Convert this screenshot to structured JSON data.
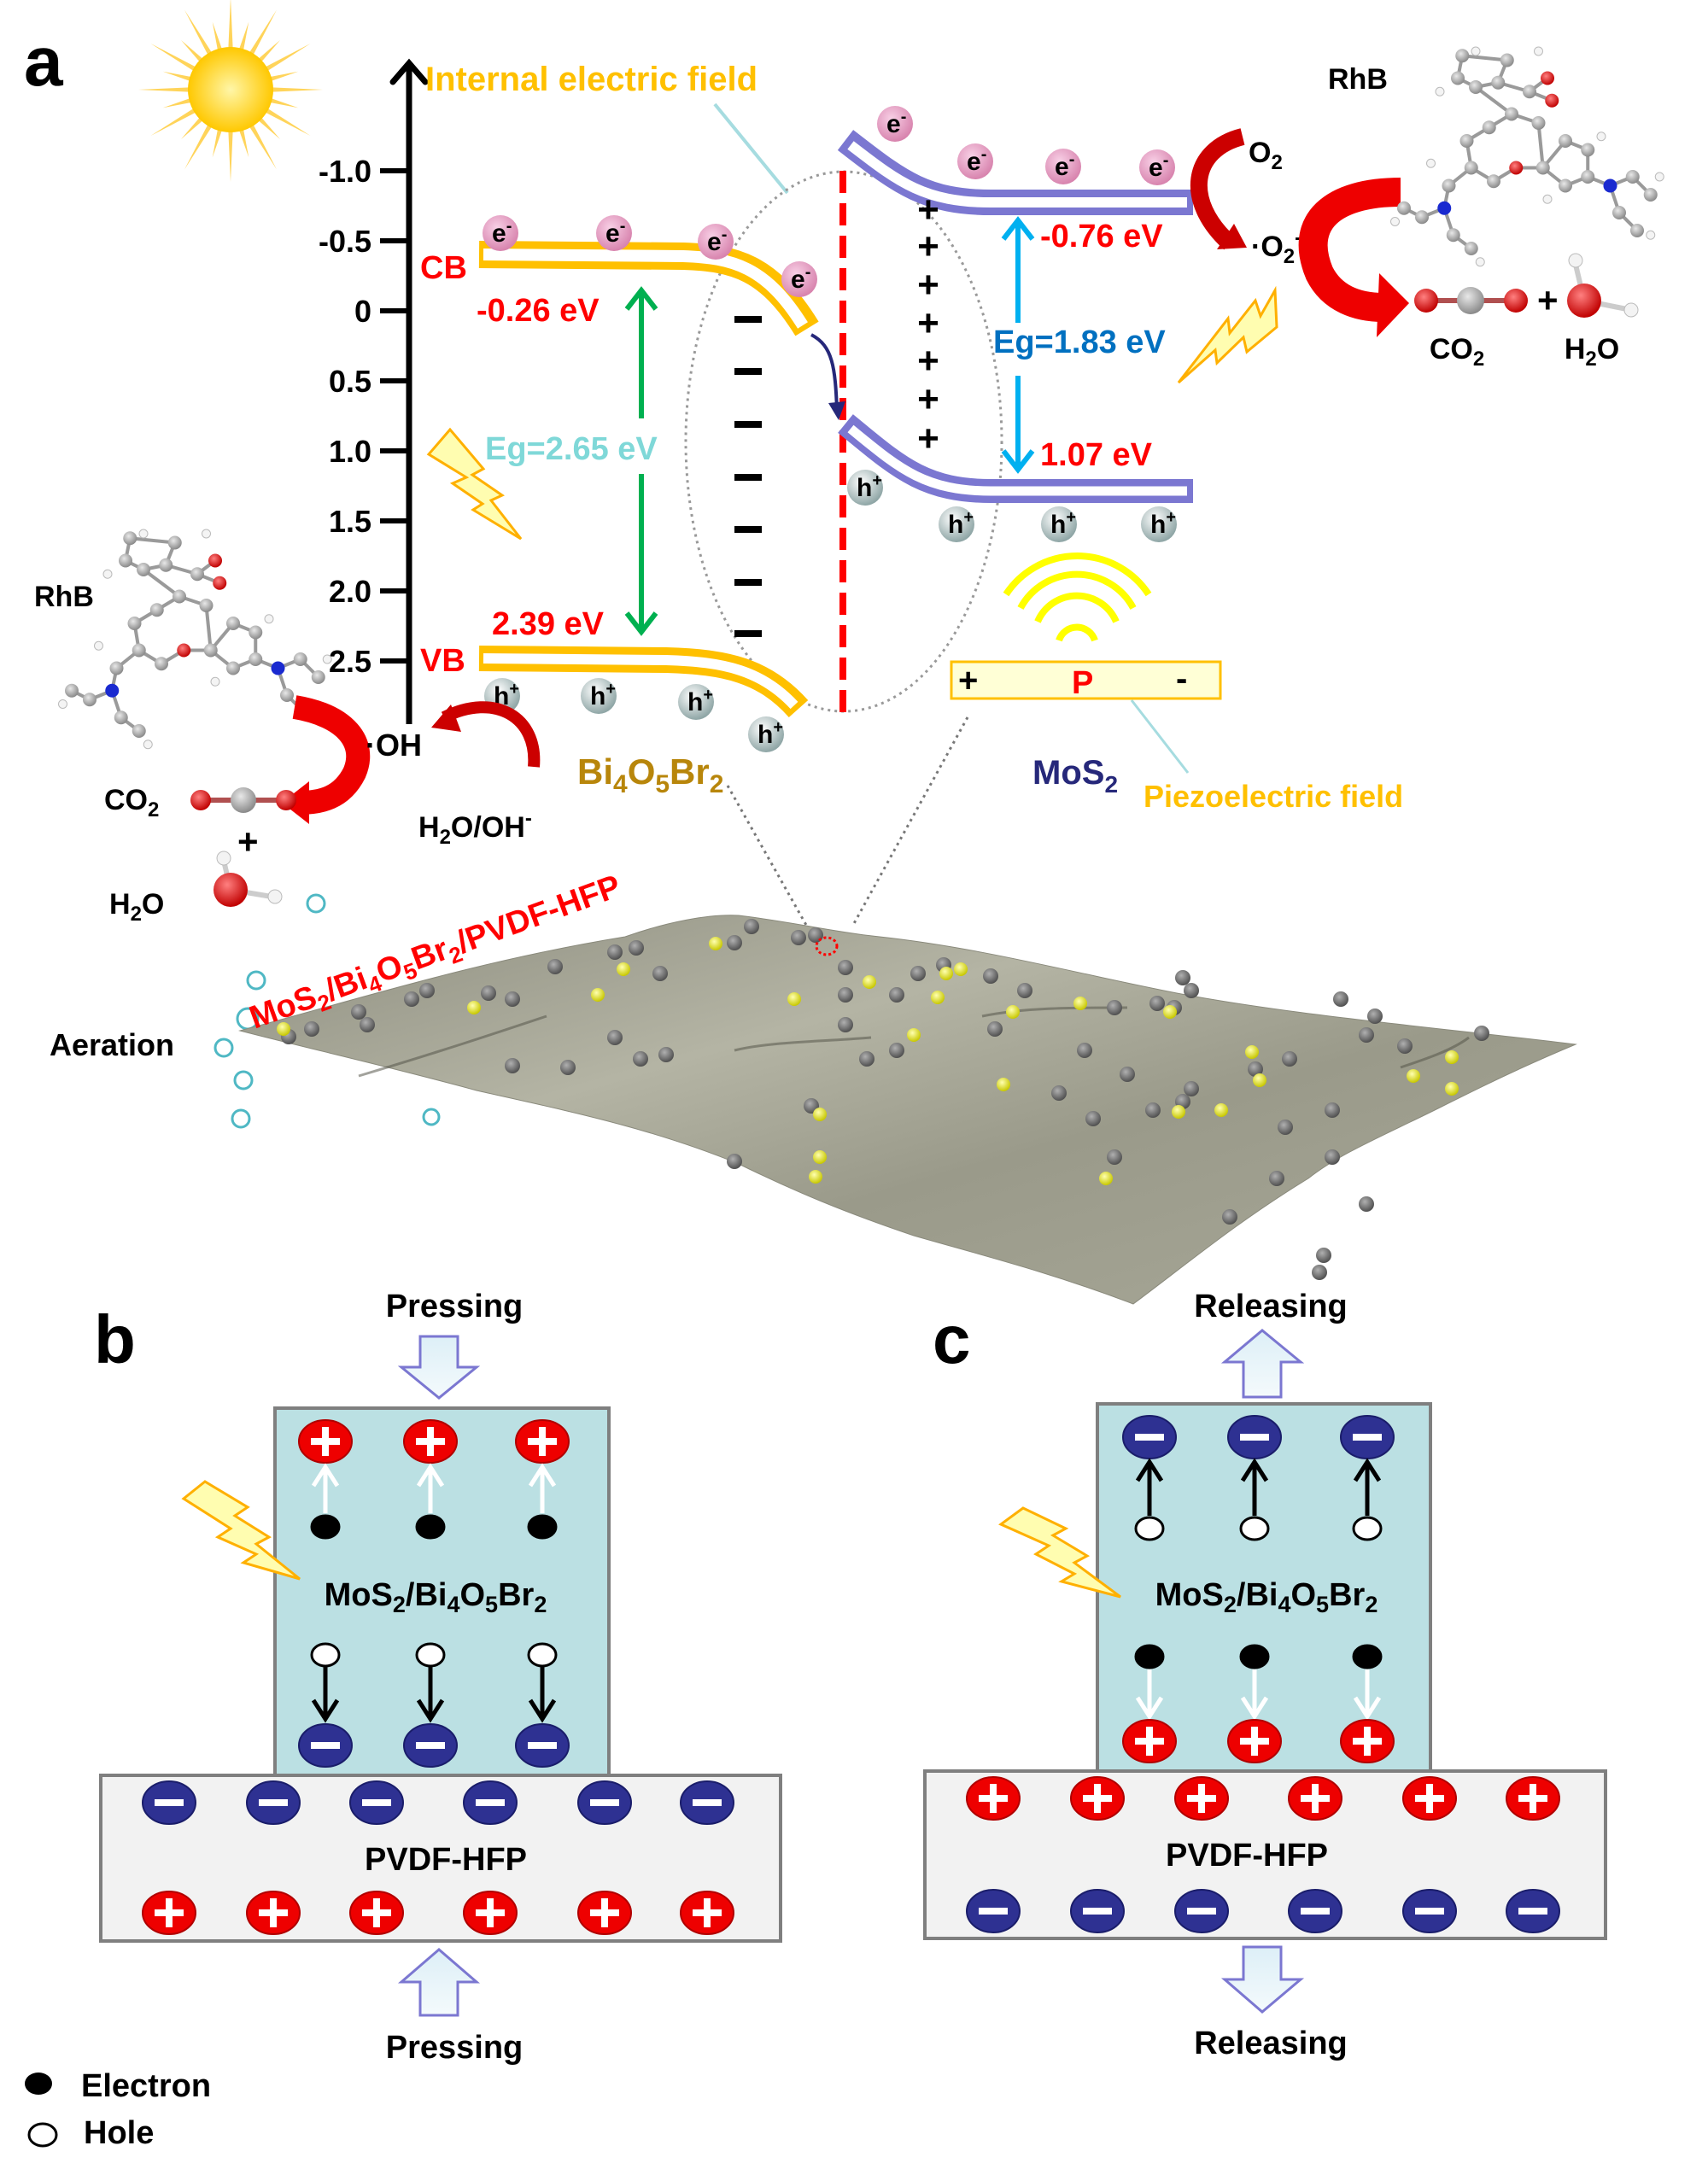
{
  "panels": {
    "a": {
      "label": "a",
      "axis": {
        "ticks": [
          "-1.0",
          "-0.5",
          "0",
          "0.5",
          "1.0",
          "1.5",
          "2.0",
          "2.5"
        ],
        "tick_values": [
          -1.0,
          -0.5,
          0,
          0.5,
          1.0,
          1.5,
          2.0,
          2.5
        ]
      },
      "internal_field_label": "Internal electric field",
      "bi4o5br2": {
        "name_main": "Bi",
        "name_sub1": "4",
        "name_o": "O",
        "name_sub2": "5",
        "name_br": "Br",
        "name_sub3": "2",
        "cb_label": "CB",
        "vb_label": "VB",
        "cb_value": "-0.26 eV",
        "vb_value": "2.39 eV",
        "eg": "Eg=2.65 eV",
        "cb_ev": -0.26,
        "vb_ev": 2.39,
        "bandgap_ev": 2.65,
        "color": "#FFC000",
        "name_color": "#B8860B"
      },
      "mos2": {
        "name_main": "MoS",
        "name_sub": "2",
        "cb_value": "-0.76 eV",
        "vb_value": "1.07 eV",
        "eg": "Eg=1.83 eV",
        "cb_ev": -0.76,
        "vb_ev": 1.07,
        "bandgap_ev": 1.83,
        "color": "#7B77D1",
        "name_color": "#26287A"
      },
      "electron": "e",
      "electron_sup": "-",
      "hole": "h",
      "hole_sup": "+",
      "minus": "−",
      "plus": "+",
      "piezo_box": {
        "plus": "+",
        "p": "P",
        "minus": "-"
      },
      "piezo_label": "Piezoelectric field",
      "right_reaction": {
        "o2": "O",
        "o2_sub": "2",
        "superoxide": "·O",
        "superoxide_sub": "2",
        "superoxide_sup": "-",
        "rhb": "RhB",
        "co2": "CO",
        "co2_sub": "2",
        "plus": "+",
        "h2o_h": "H",
        "h2o_sub": "2",
        "h2o_o": "O"
      },
      "left_reaction": {
        "rhb": "RhB",
        "oh": "·OH",
        "h2o_oh_a": "H",
        "h2o_oh_sub": "2",
        "h2o_oh_b": "O/OH",
        "h2o_oh_sup": "-",
        "co2": "CO",
        "co2_sub": "2",
        "plus": "+",
        "h2o_h": "H",
        "h2o_sub": "2",
        "h2o_o": "O"
      },
      "aeration": "Aeration",
      "membrane_label": {
        "p1": "MoS",
        "s1": "2",
        "p2": "/Bi",
        "s2": "4",
        "p3": "O",
        "s3": "5",
        "p4": "Br",
        "s4": "2",
        "p5": "/PVDF-HFP"
      }
    },
    "b": {
      "label": "b",
      "top_action": "Pressing",
      "bottom_action": "Pressing",
      "composite": {
        "p1": "MoS",
        "s1": "2",
        "p2": "/Bi",
        "s2": "4",
        "p3": "O",
        "s3": "5",
        "p4": "Br",
        "s4": "2"
      },
      "substrate": "PVDF-HFP",
      "composite_top_charges": [
        "+",
        "+",
        "+"
      ],
      "composite_bottom_charges": [
        "−",
        "−",
        "−"
      ],
      "substrate_top_charges": [
        "−",
        "−",
        "−",
        "−",
        "−",
        "−"
      ],
      "substrate_bottom_charges": [
        "+",
        "+",
        "+",
        "+",
        "+",
        "+"
      ]
    },
    "c": {
      "label": "c",
      "top_action": "Releasing",
      "bottom_action": "Releasing",
      "composite": {
        "p1": "MoS",
        "s1": "2",
        "p2": "/Bi",
        "s2": "4",
        "p3": "O",
        "s3": "5",
        "p4": "Br",
        "s4": "2"
      },
      "substrate": "PVDF-HFP",
      "composite_top_charges": [
        "−",
        "−",
        "−"
      ],
      "composite_bottom_charges": [
        "+",
        "+",
        "+"
      ],
      "substrate_top_charges": [
        "+",
        "+",
        "+",
        "+",
        "+",
        "+"
      ],
      "substrate_bottom_charges": [
        "−",
        "−",
        "−",
        "−",
        "−",
        "−"
      ]
    }
  },
  "legend": {
    "electron": "Electron",
    "hole": "Hole"
  },
  "colors": {
    "positive": "#EE0000",
    "negative": "#2E3192",
    "composite_fill": "#BBE0E3",
    "substrate_fill": "#F2F2F2",
    "eg_left": "#7FD8D8",
    "eg_right": "#0070C0",
    "energy_value": "#FF0000",
    "arrow_green": "#00B050",
    "arrow_cyan": "#00B0F0"
  }
}
